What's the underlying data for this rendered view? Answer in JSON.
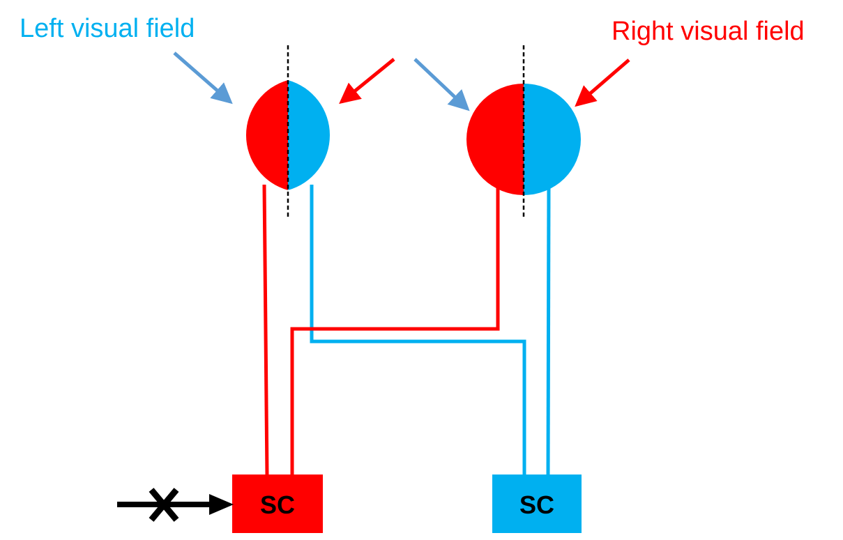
{
  "labels": {
    "left_visual_field": "Left visual field",
    "right_visual_field": "Right visual field"
  },
  "boxes": {
    "left_sc": "SC",
    "right_sc": "SC"
  },
  "colors": {
    "left_field": "#00b0f0",
    "right_field": "#ff0000",
    "left_arrow": "#5b9bd5",
    "right_arrow": "#ff0000",
    "midline": "#000000",
    "blocked_arrow": "#000000"
  }
}
